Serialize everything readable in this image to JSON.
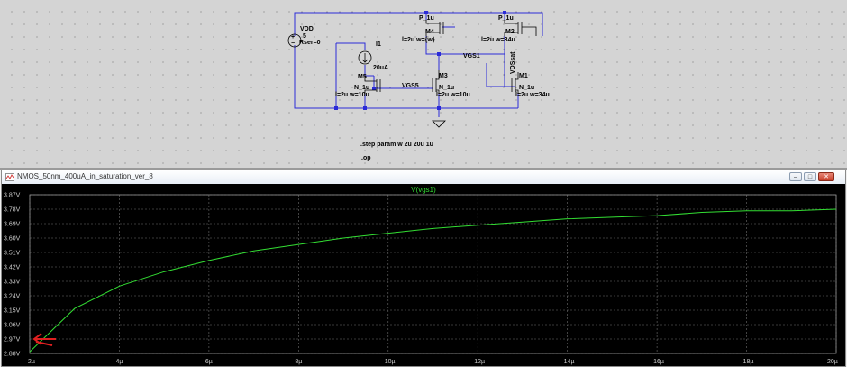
{
  "schematic": {
    "labels": {
      "vdd": "VDD",
      "source_value": "5",
      "rser": "Rser=0",
      "i1": "I1",
      "i1_value": "20uA",
      "m4_type": "P_1u",
      "m4_name": "M4",
      "m4_param": "l=2u w={w}",
      "m2_type": "P_1u",
      "m2_name": "M2",
      "m2_param": "l=2u w=34u",
      "vgs1": "VGS1",
      "vdsat": "VDSsat",
      "m5_name": "M5",
      "m5_type": "N_1u",
      "m5_param": "l=2u w=10u",
      "vgs5": "VGS5",
      "m3_name": "M3",
      "m3_type": "N_1u",
      "m3_param": "l=2u w=10u",
      "m1_name": "M1",
      "m1_type": "N_1u",
      "m1_param": "l=2u w=34u",
      "step_directive": ".step param w 2u 20u 1u",
      "op_directive": ".op"
    }
  },
  "wave_window": {
    "title": "NMOS_50nm_400uA_in_saturation_ver_8",
    "buttons": {
      "minimize": "–",
      "maximize": "□",
      "close": "✕"
    }
  },
  "chart_data": {
    "type": "line",
    "title": "V(vgs1)",
    "x_tick_labels": [
      "2µ",
      "4µ",
      "6µ",
      "8µ",
      "10µ",
      "12µ",
      "14µ",
      "16µ",
      "18µ",
      "20µ"
    ],
    "y_tick_labels": [
      "3.87V",
      "3.78V",
      "3.69V",
      "3.60V",
      "3.51V",
      "3.42V",
      "3.33V",
      "3.24V",
      "3.15V",
      "3.06V",
      "2.97V",
      "2.88V"
    ],
    "xlim": [
      2,
      20
    ],
    "ylim": [
      2.88,
      3.87
    ],
    "grid": true,
    "series": [
      {
        "name": "V(vgs1)",
        "color": "#33dd33",
        "x": [
          2,
          3,
          4,
          5,
          6,
          7,
          8,
          9,
          10,
          11,
          12,
          13,
          14,
          15,
          16,
          17,
          18,
          19,
          20
        ],
        "y": [
          2.89,
          3.16,
          3.3,
          3.39,
          3.46,
          3.52,
          3.56,
          3.6,
          3.63,
          3.66,
          3.68,
          3.7,
          3.72,
          3.73,
          3.74,
          3.76,
          3.77,
          3.77,
          3.78
        ]
      }
    ],
    "annotation": {
      "type": "arrow",
      "color": "#e02020"
    }
  }
}
